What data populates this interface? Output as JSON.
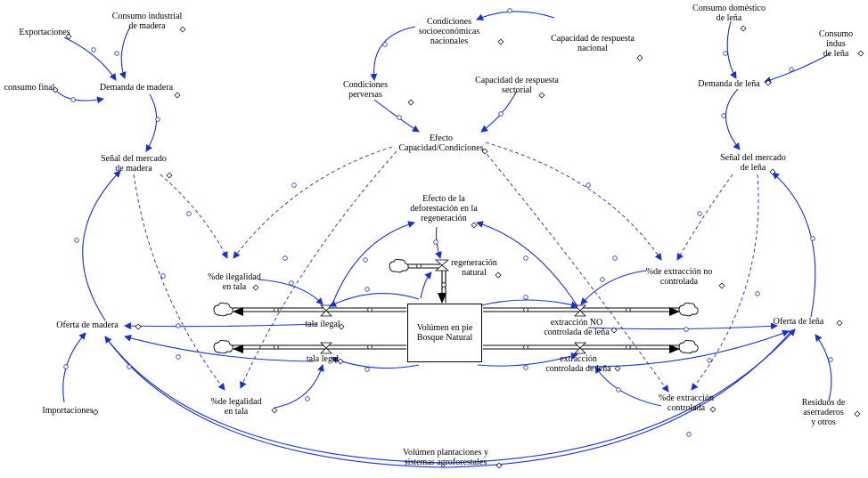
{
  "diagram": {
    "stock": "Volúmen en pie\nBosque Natural",
    "labels": {
      "exportaciones": "Exportaciones",
      "consumo_industrial": "Consumo industrial\nde madera",
      "consumo_final": "consumo final",
      "demanda_madera": "Demanda de madera",
      "senal_madera": "Señal del mercado\nde madera",
      "oferta_madera": "Oferta de madera",
      "importaciones": "Importaciones",
      "condiciones_socio": "Condiciones\nsocioeconómicas\nnacionales",
      "capacidad_nacional": "Capacidad de respuesta\nnacional",
      "condiciones_perversas": "Condiciones\nperversas",
      "capacidad_sectorial": "Capacidad de respuesta\nsectorial",
      "efecto_capacidad": "Efecto\nCapacidad/Condiciones",
      "efecto_deforestacion": "Efecto de la\ndeforestación en la\nregeneración",
      "regeneracion": "regeneración\nnatural",
      "pct_ilegalidad": "%de ilegalidad\nen tala",
      "tala_ilegal": "tala ilegal",
      "tala_legal": "tala legal",
      "pct_legalidad": "%de legalidad\nen tala",
      "pct_extraccion_no": "%de extracción no\ncontrolada",
      "extraccion_no": "extracción NO\ncontrolada de leña",
      "extraccion_controlada": "extracción\ncontrolada de leña",
      "pct_extraccion_controlada": "%de extracción\ncontrolada",
      "consumo_domestico": "Consumo doméstico\nde leña",
      "consumo_industrial_lena": "Consumo indus\nde leña",
      "demanda_lena": "Demanda de leña",
      "senal_lena": "Señal del mercado\nde leña",
      "oferta_lena": "Oferta de leña",
      "residuos": "Residuos de\naserraderos y otros",
      "plantaciones": "Volúmen plantaciones y\nsistemas agroforestales"
    }
  }
}
